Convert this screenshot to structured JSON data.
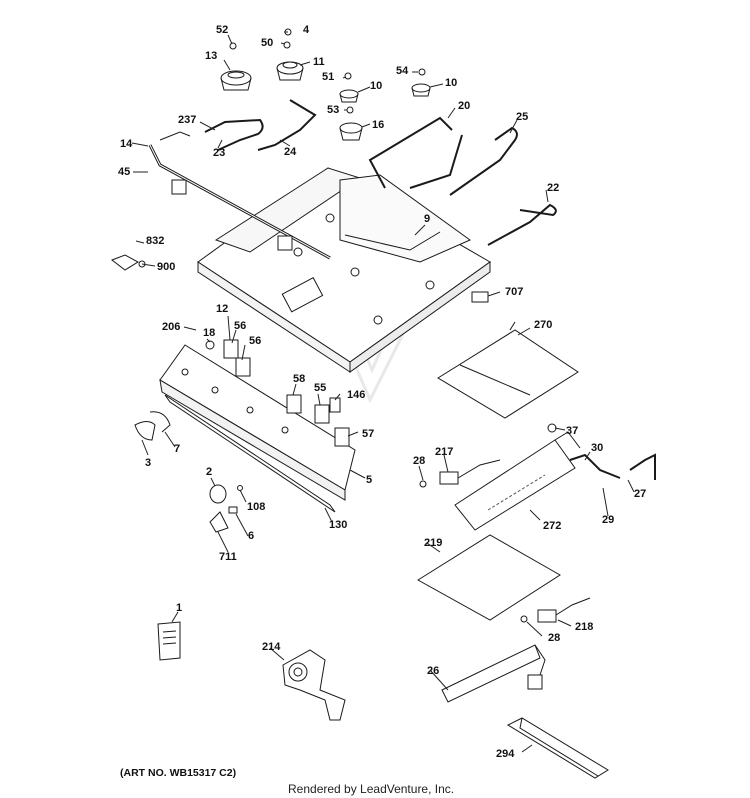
{
  "art_number": "(ART NO. WB15317 C2)",
  "rendered_by": "Rendered by LeadVenture, Inc.",
  "watermark": "LEADVENTURE",
  "callouts": [
    "52",
    "4",
    "50",
    "13",
    "11",
    "51",
    "10",
    "54",
    "10",
    "237",
    "53",
    "16",
    "20",
    "25",
    "14",
    "23",
    "24",
    "45",
    "22",
    "9",
    "832",
    "900",
    "707",
    "270",
    "12",
    "206",
    "18",
    "56",
    "56",
    "58",
    "55",
    "146",
    "57",
    "37",
    "30",
    "3",
    "7",
    "217",
    "28",
    "5",
    "27",
    "2",
    "29",
    "108",
    "272",
    "130",
    "6",
    "711",
    "219",
    "1",
    "218",
    "28",
    "214",
    "26",
    "294"
  ],
  "colors": {
    "line": "#1a1a1a",
    "fill": "#ffffff",
    "shade": "#d9d9d9",
    "watermark": "#e6e6e6"
  }
}
